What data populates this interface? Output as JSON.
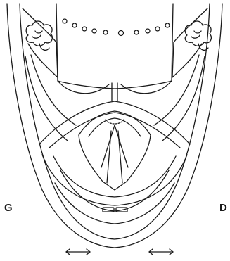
{
  "labels": {
    "left": "G",
    "right": "D"
  },
  "arrows": [
    {
      "symbol": "double-headed-arrow"
    },
    {
      "symbol": "double-headed-arrow"
    }
  ],
  "colors": {
    "stroke": "#1a1a1a",
    "background": "#ffffff"
  }
}
